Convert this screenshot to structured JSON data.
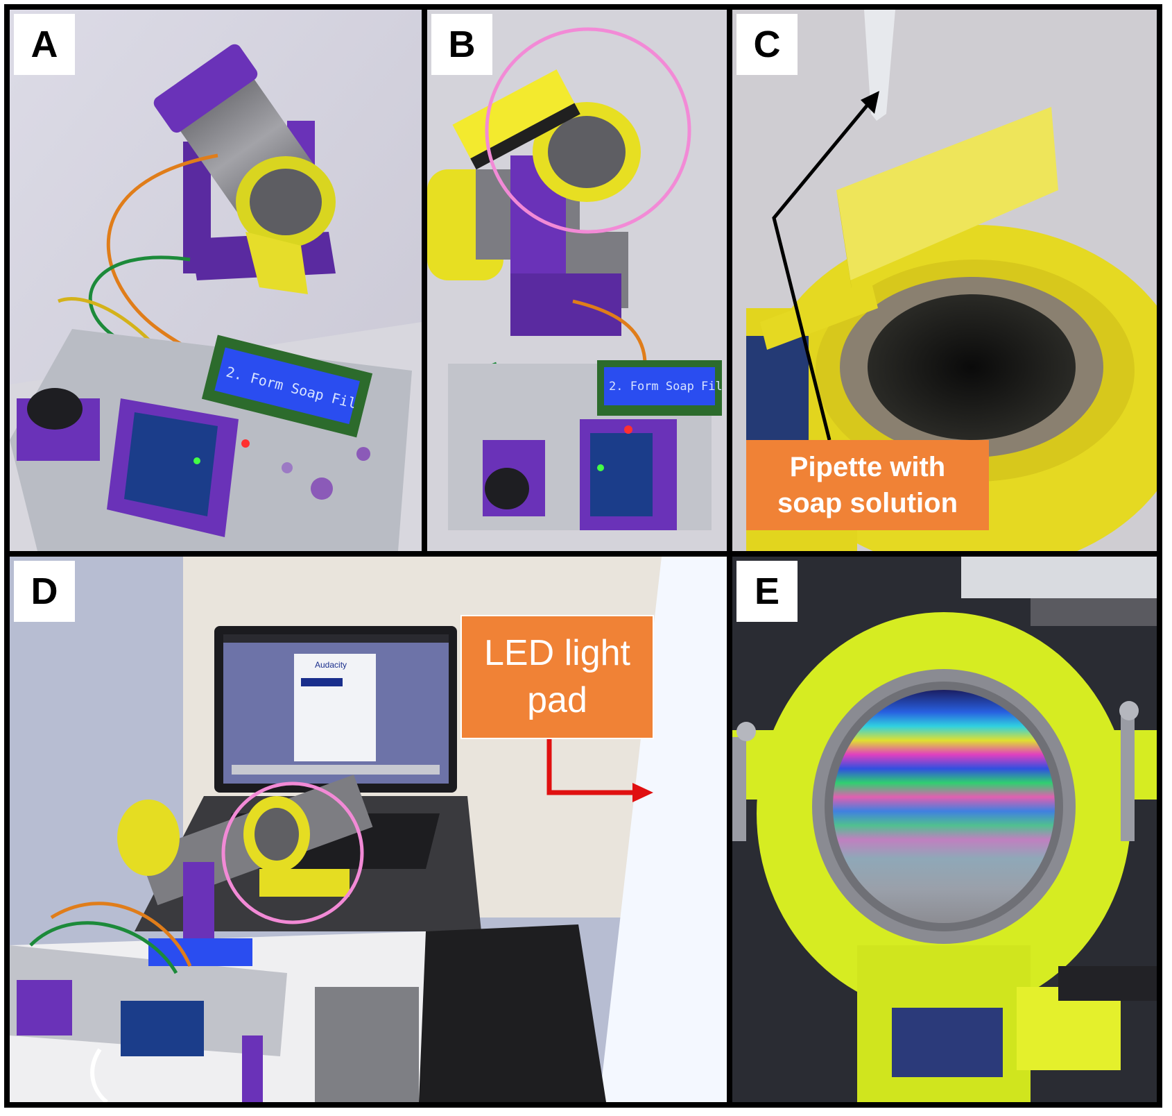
{
  "panels": [
    {
      "id": "A",
      "label": "A",
      "lcd_text": "2. Form Soap Fil"
    },
    {
      "id": "B",
      "label": "B",
      "lcd_text": "2. Form Soap Fil"
    },
    {
      "id": "C",
      "label": "C",
      "callout": {
        "line1": "Pipette with",
        "line2": "soap solution"
      }
    },
    {
      "id": "D",
      "label": "D",
      "callout": {
        "line1": "LED light",
        "line2": "pad"
      },
      "screen_app": "Audacity"
    },
    {
      "id": "E",
      "label": "E"
    }
  ],
  "colors": {
    "callout_bg": "#f08236",
    "purple_print": "#6a32b8",
    "yellow_print": "#e8e21a",
    "grey_pvc": "#7f7f82",
    "highlight_circle": "#f28ad6",
    "arrow_red": "#e01010"
  }
}
